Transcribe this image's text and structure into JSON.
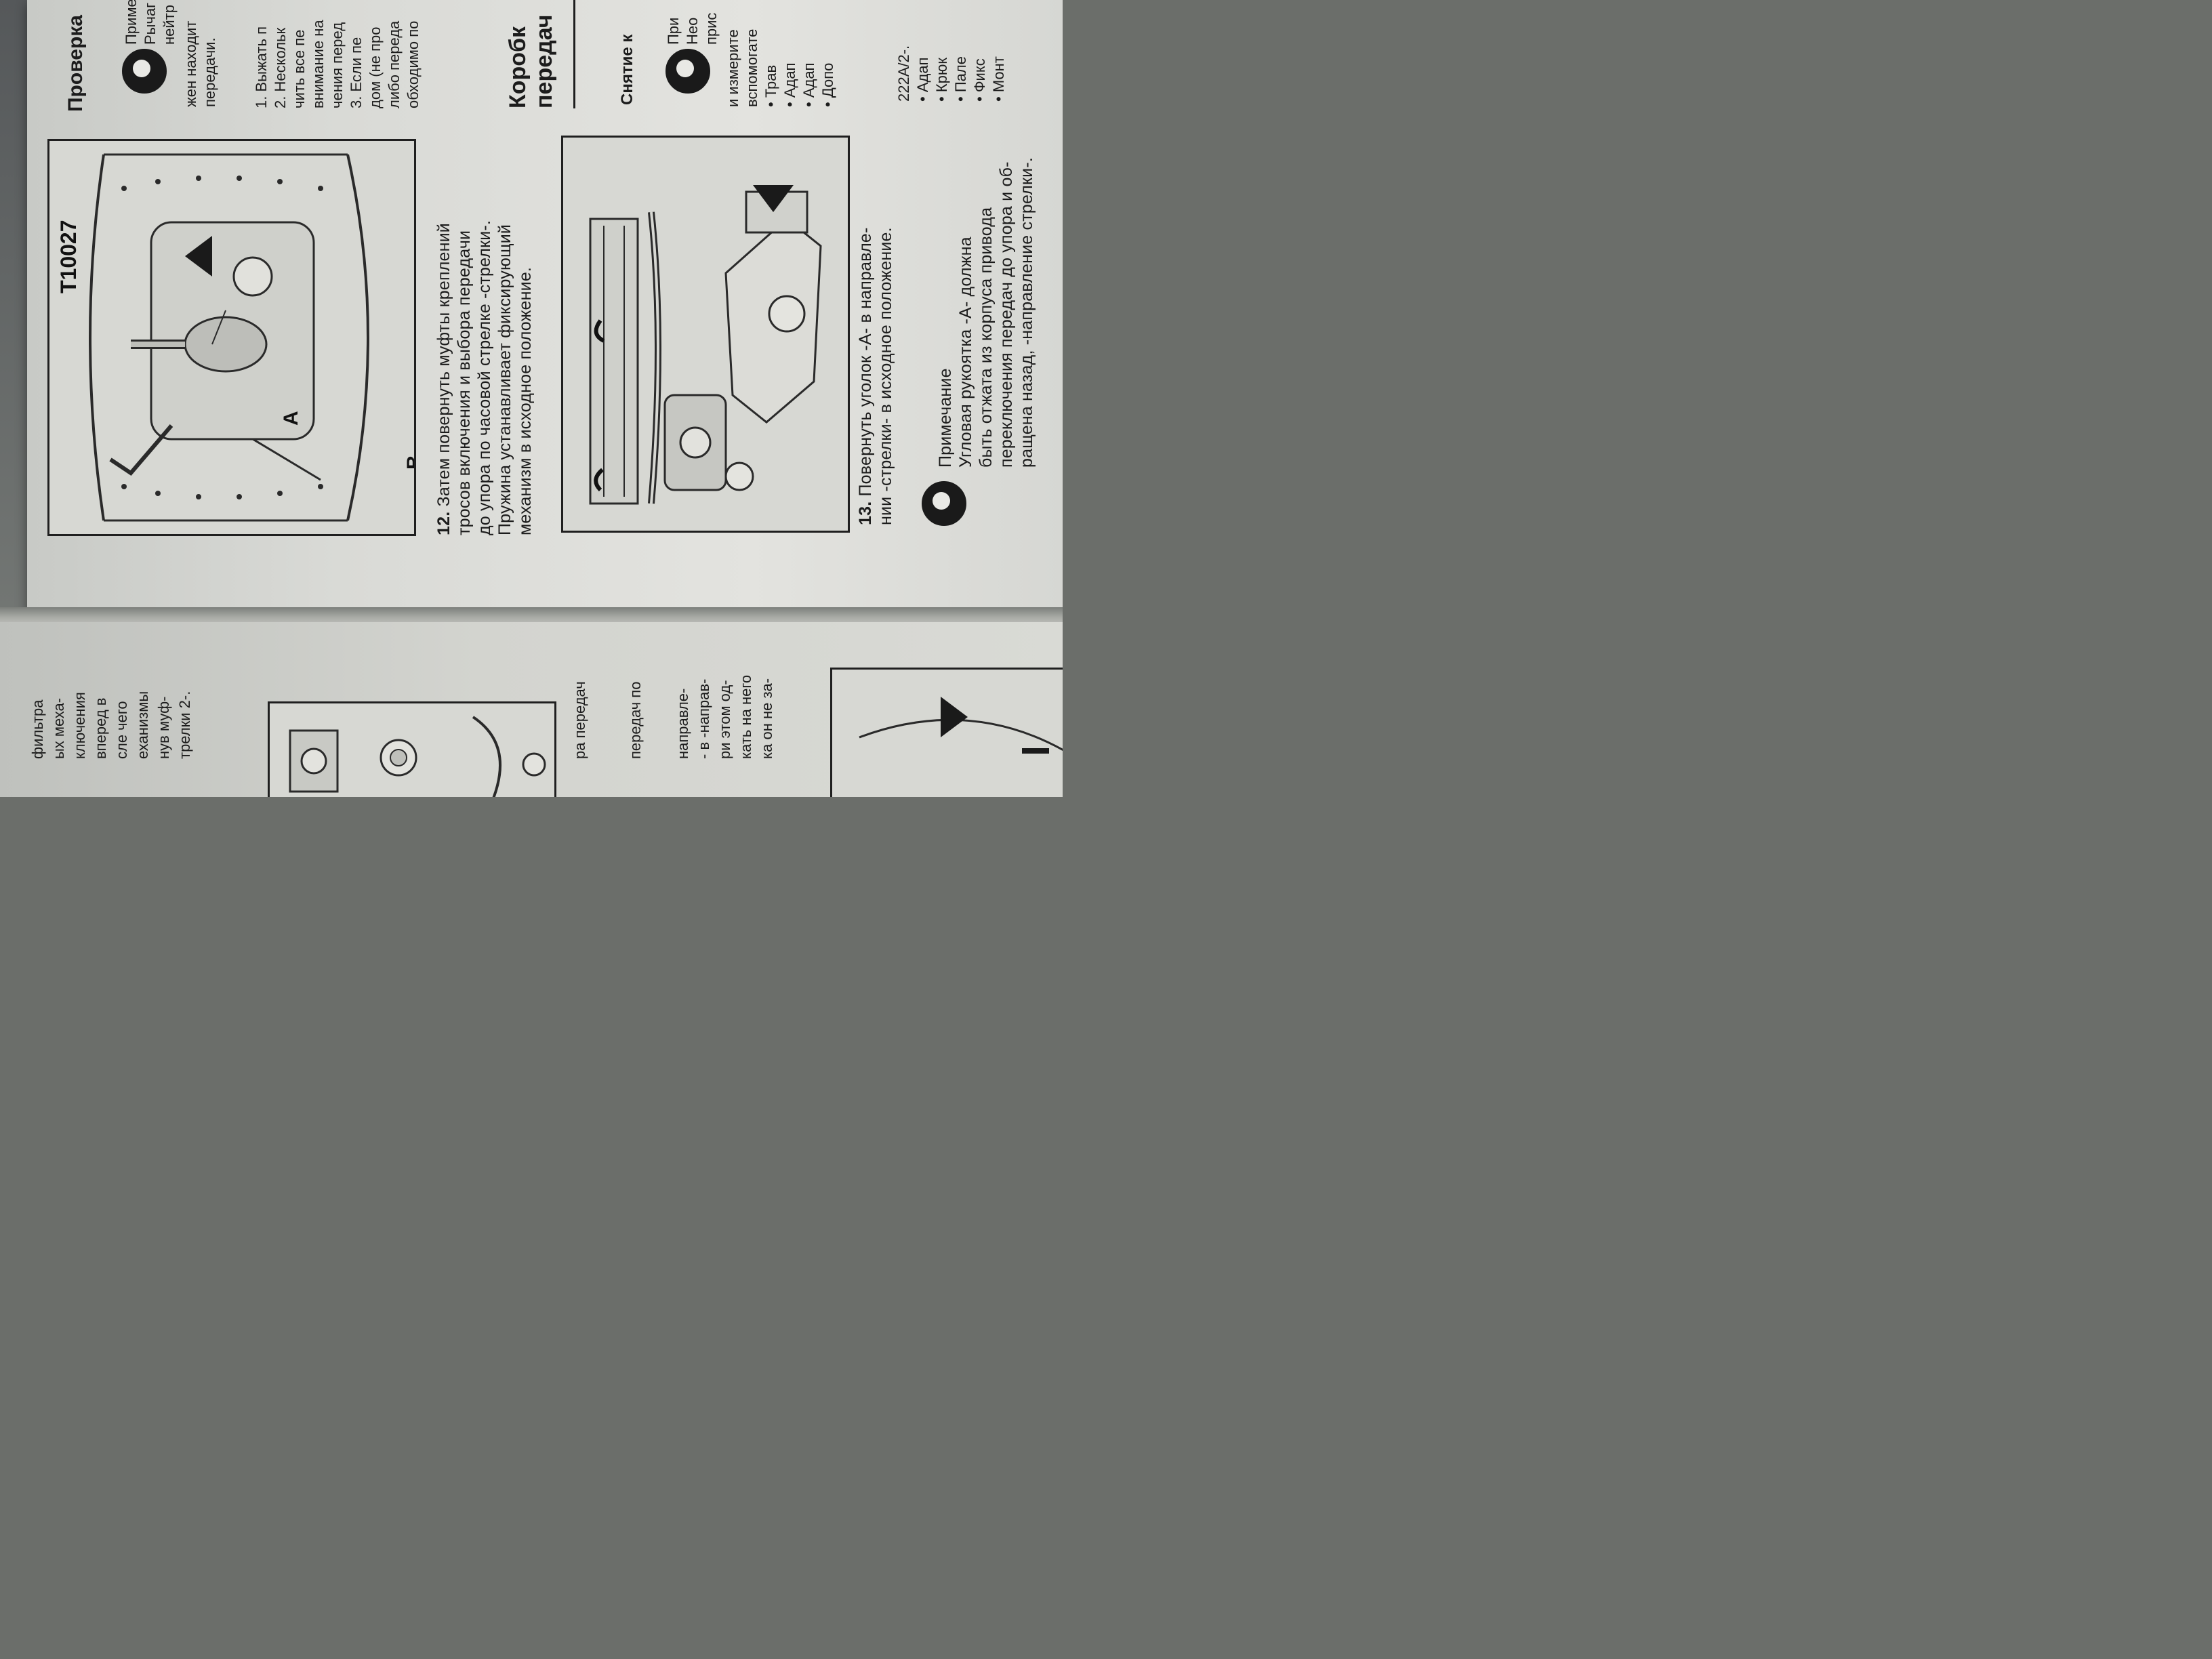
{
  "right_page": {
    "figure_top": {
      "tool_label": "T10027",
      "label_a": "A",
      "label_b": "B"
    },
    "step12": {
      "number": "12.",
      "lines": [
        "Затем повернуть муфты креплений",
        "тросов включения и выбора передачи",
        "до упора по часовой стрелке -стрелки-.",
        "Пружина устанавливает фиксирующий",
        "механизм в исходное положение."
      ]
    },
    "step13": {
      "number": "13.",
      "lines": [
        "Повернуть уголок -А- в направле-",
        "нии -стрелки- в исходное положение."
      ]
    },
    "note": {
      "title": "Примечание",
      "lines": [
        "Угловая рукоятка -А- должна",
        "быть отжата из корпуса привода",
        "переключения передач до упора и об-",
        "ращена назад, -направление стрелки-."
      ]
    },
    "column_right": {
      "heading_check": "Проверка",
      "check_lines": [
        "Приме",
        "Рычаг",
        "нейтр",
        "жен находит",
        "передачи."
      ],
      "list": [
        "1. Выжать п",
        "2. Нескольк",
        "чить все пе",
        "внимание на",
        "чения перед",
        "3. Если пе",
        "дом (не про",
        "либо переда",
        "обходимо по"
      ],
      "heading_gearbox": [
        "Коробк",
        "передач"
      ],
      "subheading_removal": "Снятие к",
      "removal_lines": [
        "При",
        "Нео",
        "прис",
        "и измерите",
        "вспомогате",
        "• Трав",
        "• Адап",
        "• Адап",
        "• Допо",
        "222А/2-.",
        "• Адап",
        "• Крюк",
        "• Пале",
        "• Фикс",
        "• Монт"
      ]
    }
  },
  "left_page": {
    "fragments_top": [
      "фильтра",
      "ых меха-",
      "ключения",
      "вперед в",
      "сле чего",
      "еханизмы",
      "нув муф-",
      "трелки 2-."
    ],
    "fragments_bottom": [
      "ра передач",
      "передач по",
      "направле-",
      "- в -направ-",
      "ри этом од-",
      "кать на него",
      "ка он не за-"
    ]
  }
}
